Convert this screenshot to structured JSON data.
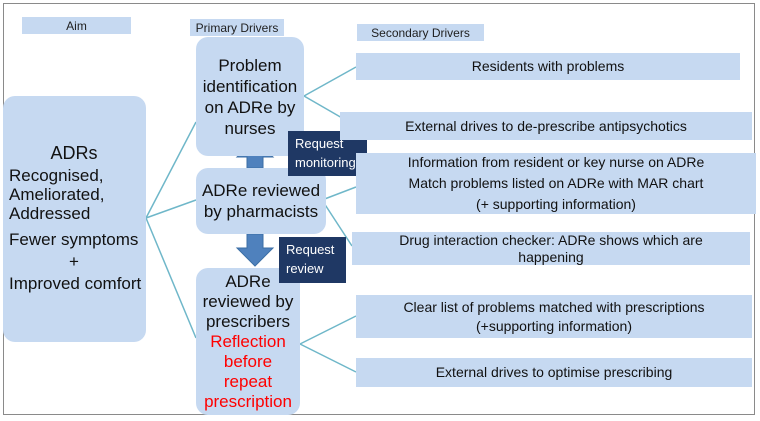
{
  "headers": {
    "aim": "Aim",
    "primary": "Primary Drivers",
    "secondary": "Secondary Drivers"
  },
  "aim_box": {
    "title": "ADRs",
    "lines": [
      "Recognised,",
      "Ameliorated,",
      "Addressed"
    ],
    "outcome1": "Fewer symptoms",
    "plus": "+",
    "outcome2": "Improved comfort"
  },
  "primary": [
    {
      "lines": [
        "Problem",
        "identification",
        "on ADRe by",
        "nurses"
      ]
    },
    {
      "lines": [
        "ADRe reviewed",
        "by pharmacists"
      ]
    },
    {
      "lines": [
        "ADRe",
        "reviewed by",
        "prescribers"
      ],
      "highlight": [
        "Reflection",
        "before",
        "repeat",
        "prescription"
      ]
    }
  ],
  "requests": {
    "monitoring": [
      "Request",
      "monitoring"
    ],
    "review": [
      "Request",
      "review"
    ]
  },
  "secondary": [
    {
      "lines": [
        "Residents with problems"
      ]
    },
    {
      "lines": [
        "External drives to de-prescribe antipsychotics"
      ]
    },
    {
      "lines": [
        "Information from resident or key nurse on ADRe",
        "Match problems listed on ADRe with MAR chart",
        "(+ supporting information)"
      ]
    },
    {
      "lines": [
        "Drug interaction checker: ADRe shows which are",
        "happening"
      ]
    },
    {
      "lines": [
        "Clear list of problems matched with prescriptions",
        "(+supporting information)"
      ]
    },
    {
      "lines": [
        "External drives to optimise prescribing"
      ]
    }
  ],
  "colors": {
    "box_fill": "#c6d9f1",
    "connector": "#6fb7c9",
    "arrow": "#4f81bd",
    "request_fill": "#1f3864",
    "highlight_text": "#ff0000"
  }
}
